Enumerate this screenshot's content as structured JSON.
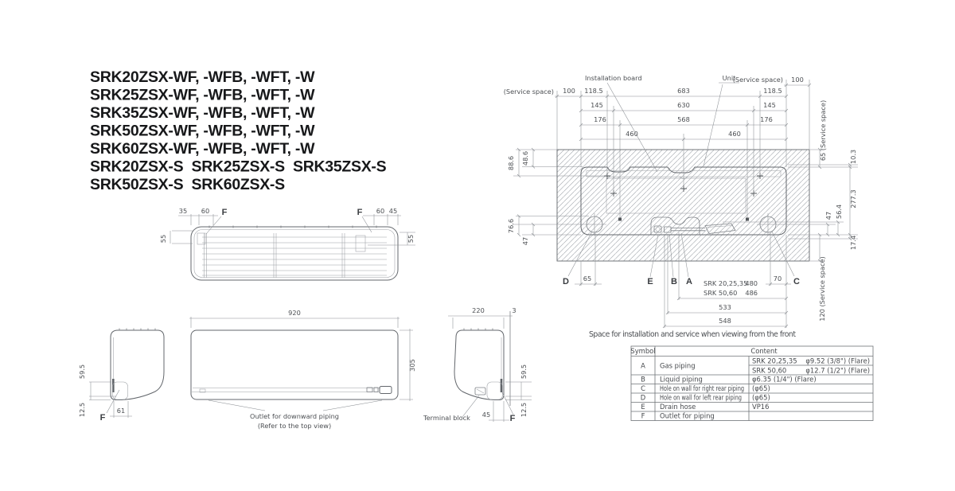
{
  "models": {
    "lines": [
      "SRK20ZSX-WF, -WFB, -WFT, -W",
      "SRK25ZSX-WF, -WFB, -WFT, -W",
      "SRK35ZSX-WF, -WFB, -WFT, -W",
      "SRK50ZSX-WF, -WFB, -WFT, -W",
      "SRK60ZSX-WF, -WFB, -WFT, -W",
      "SRK20ZSX-S  SRK25ZSX-S  SRK35ZSX-S",
      "SRK50ZSX-S  SRK60ZSX-S"
    ]
  },
  "views": {
    "top": {
      "d35": "35",
      "d60l": "60",
      "fl": "F",
      "fr": "F",
      "d60r": "60",
      "d45": "45",
      "d55l": "55",
      "d55r": "55"
    },
    "front": {
      "d920": "920",
      "d305": "305",
      "outlet1": "Outlet for downward piping",
      "outlet2": "(Refer to the top view)"
    },
    "side_left": {
      "d595": "59.5",
      "d125": "12.5",
      "d61": "61",
      "f": "F"
    },
    "side_right": {
      "d220": "220",
      "d3": "3",
      "d45": "45",
      "d595": "59.5",
      "d125": "12.5",
      "f": "F",
      "terminal": "Terminal block"
    }
  },
  "install": {
    "board": "Installation board",
    "unit": "Unit",
    "svc": "(Service space)",
    "svc_r": "(Service space)",
    "d100l": "100",
    "d100r": "100",
    "svc65": "65 (Service space)",
    "svc120": "120 (Service space)",
    "note": "Space for installation and service when viewing from the front",
    "top": {
      "a1": "118.5",
      "a2": "683",
      "a3": "118.5",
      "b1": "145",
      "b2": "630",
      "b3": "145",
      "c1": "176",
      "c2": "568",
      "c3": "176",
      "d1": "460",
      "d2": "460"
    },
    "left": {
      "l1": "48.6",
      "l2": "88.6",
      "l3": "76.6",
      "l4": "47"
    },
    "right": {
      "r1": "10.3",
      "r2": "277.3",
      "r3": "56.4",
      "r4": "47",
      "r5": "17.4"
    },
    "bottom": {
      "d65": "65",
      "d70": "70",
      "d533": "533",
      "d548": "548",
      "srk1": "SRK 20,25,35",
      "v1": "480",
      "srk2": "SRK 50,60",
      "v2": "486"
    },
    "pts": {
      "a": "A",
      "b": "B",
      "c": "C",
      "d": "D",
      "e": "E"
    }
  },
  "table": {
    "h_symbol": "Symbol",
    "h_content": "Content",
    "rows": [
      {
        "sym": "A",
        "name": "Gas piping",
        "m1": "SRK 20,25,35",
        "s1": "φ9.52 (3/8\") (Flare)",
        "m2": "SRK 50,60",
        "s2": "φ12.7 (1/2\") (Flare)"
      },
      {
        "sym": "B",
        "name": "Liquid piping",
        "spec": "φ6.35 (1/4\") (Flare)"
      },
      {
        "sym": "C",
        "name": "Hole on wall for right rear piping",
        "spec": "(φ65)"
      },
      {
        "sym": "D",
        "name": "Hole on wall for left rear piping",
        "spec": "(φ65)"
      },
      {
        "sym": "E",
        "name": "Drain hose",
        "spec": "VP16"
      },
      {
        "sym": "F",
        "name": "Outlet for piping",
        "spec": ""
      }
    ]
  }
}
